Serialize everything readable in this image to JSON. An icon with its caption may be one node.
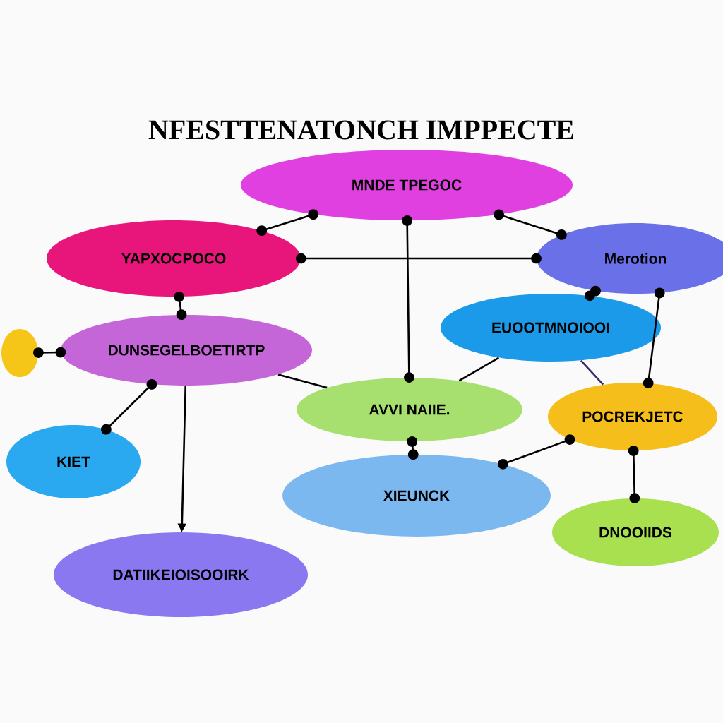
{
  "diagram": {
    "title": "NFESTTENATONCH IMPPECTE",
    "nodes": [
      {
        "text": [
          "MNDE TPEGOC"
        ]
      },
      {
        "text": [
          "YAPXOCPOCO"
        ]
      },
      {
        "text": [
          "Merotion"
        ]
      },
      {
        "text": [
          "DUNSEGELBOETIRTP"
        ]
      },
      {
        "text": [
          "EUOOTMNOIOOI"
        ]
      },
      {
        "text": [],
        "shape": "circle"
      },
      {
        "text": [
          "AVVI NAIIE."
        ]
      },
      {
        "text": [
          "POCREKJETC"
        ]
      },
      {
        "text": [
          "KIET"
        ]
      },
      {
        "text": [
          "XIEUNCK"
        ]
      },
      {
        "text": [
          "DNOOIIDS"
        ]
      },
      {
        "text": [
          "DATIIKEIOISOOIRK"
        ]
      }
    ],
    "edges": [
      {
        "from": 0,
        "to": 1,
        "arrow": "other"
      },
      {
        "from": 0,
        "to": 2,
        "arrow": "other"
      },
      {
        "from": 0,
        "to": 6,
        "arrow": "other"
      },
      {
        "from": 1,
        "to": 2,
        "arrow": "other"
      },
      {
        "from": 1,
        "to": 3,
        "arrow": "other"
      },
      {
        "from": 2,
        "to": 4,
        "arrow": "other"
      },
      {
        "from": 2,
        "to": 7,
        "arrow": "other"
      },
      {
        "from": 3,
        "to": 5,
        "arrow": "other"
      },
      {
        "from": 3,
        "to": 8,
        "arrow": "other"
      },
      {
        "from": 3,
        "to": 11,
        "arrow": "to"
      },
      {
        "from": 3,
        "to": 6,
        "arrow": "none"
      },
      {
        "from": 4,
        "to": 6,
        "arrow": "none"
      },
      {
        "from": 4,
        "to": 7,
        "arrow": "none",
        "color": "#3a2a6a"
      },
      {
        "from": 6,
        "to": 9,
        "arrow": "other"
      },
      {
        "from": 7,
        "to": 9,
        "arrow": "other"
      },
      {
        "from": 7,
        "to": 10,
        "arrow": "other"
      }
    ]
  }
}
